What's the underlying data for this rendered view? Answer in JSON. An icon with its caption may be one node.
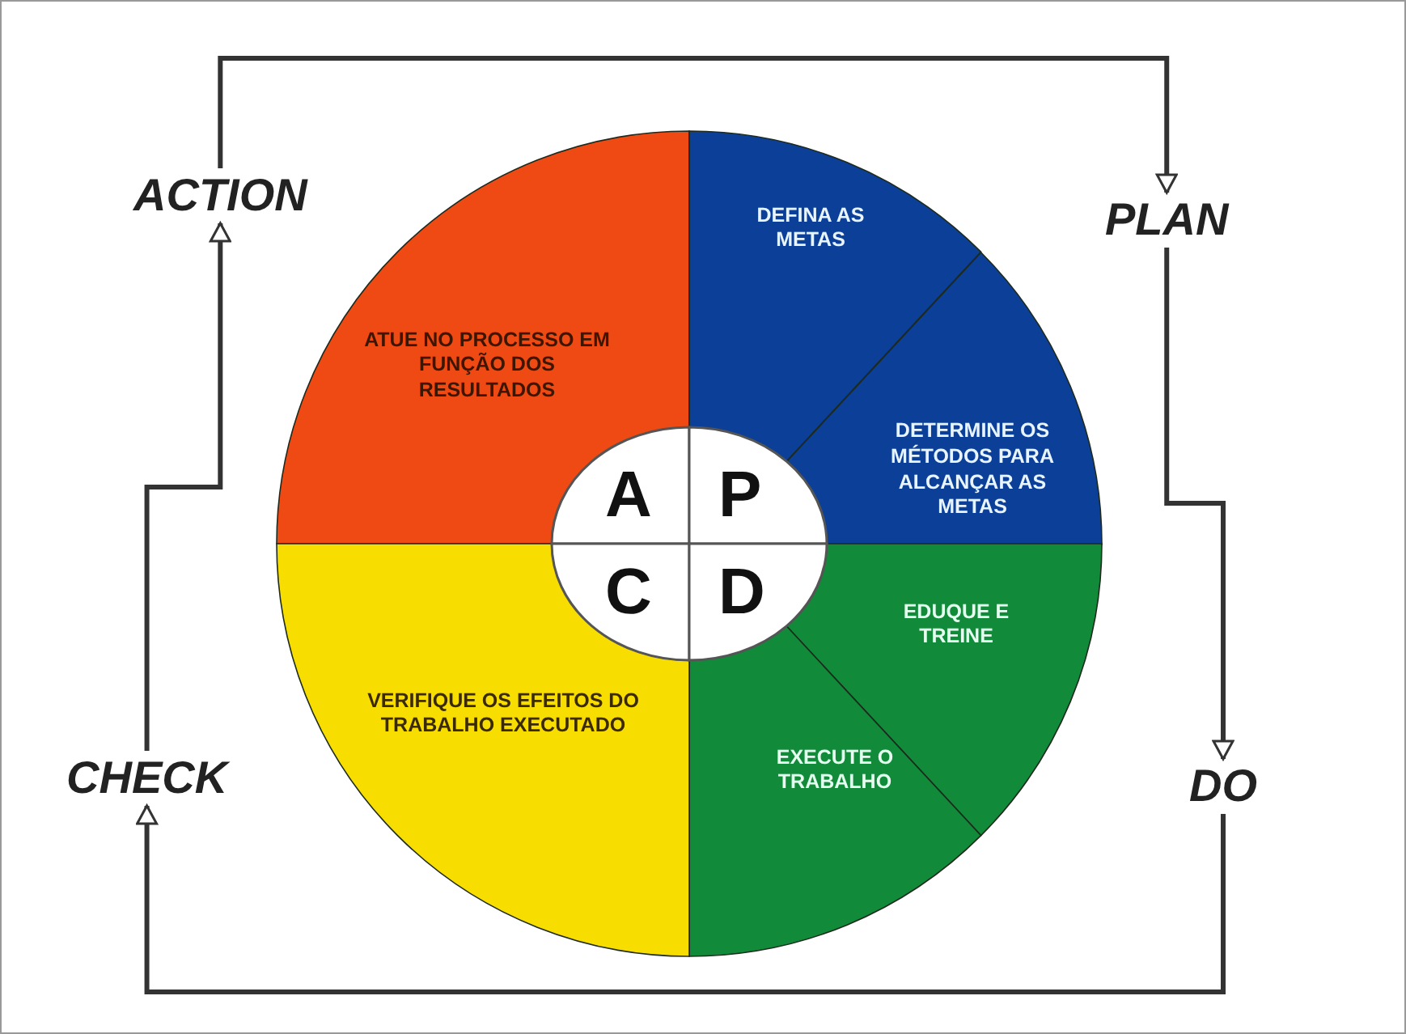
{
  "diagram": {
    "nodes": [
      {
        "text": [
          "PLAN"
        ]
      },
      {
        "text": [
          "DO"
        ]
      },
      {
        "text": [
          "CHECK"
        ]
      },
      {
        "text": [
          "ACTION"
        ]
      },
      {
        "text": [
          "ATUE NO PROCESSO EM FUNÇÃO DOS RESULTADOS"
        ]
      },
      {
        "text": [
          "DEFINA AS METAS"
        ]
      },
      {
        "text": [
          "DETERMINE OS MÉTODOS PARA ALCANÇAR AS METAS"
        ]
      },
      {
        "text": [
          "EDUQUE E TREINE"
        ]
      },
      {
        "text": [
          "EXECUTE O TRABALHO"
        ]
      },
      {
        "text": [
          "VERIFIQUE OS EFEITOS DO TRABALHO EXECUTADO"
        ]
      },
      {
        "text": [
          "A"
        ]
      },
      {
        "text": [
          "P"
        ]
      },
      {
        "text": [
          "C"
        ]
      },
      {
        "text": [
          "D"
        ]
      }
    ],
    "edges": [
      {
        "from": 3,
        "to": 0,
        "arrow": "to"
      },
      {
        "from": 0,
        "to": 1,
        "arrow": "to"
      },
      {
        "from": 1,
        "to": 2,
        "arrow": "to"
      },
      {
        "from": 2,
        "to": 3,
        "arrow": "to"
      }
    ]
  }
}
